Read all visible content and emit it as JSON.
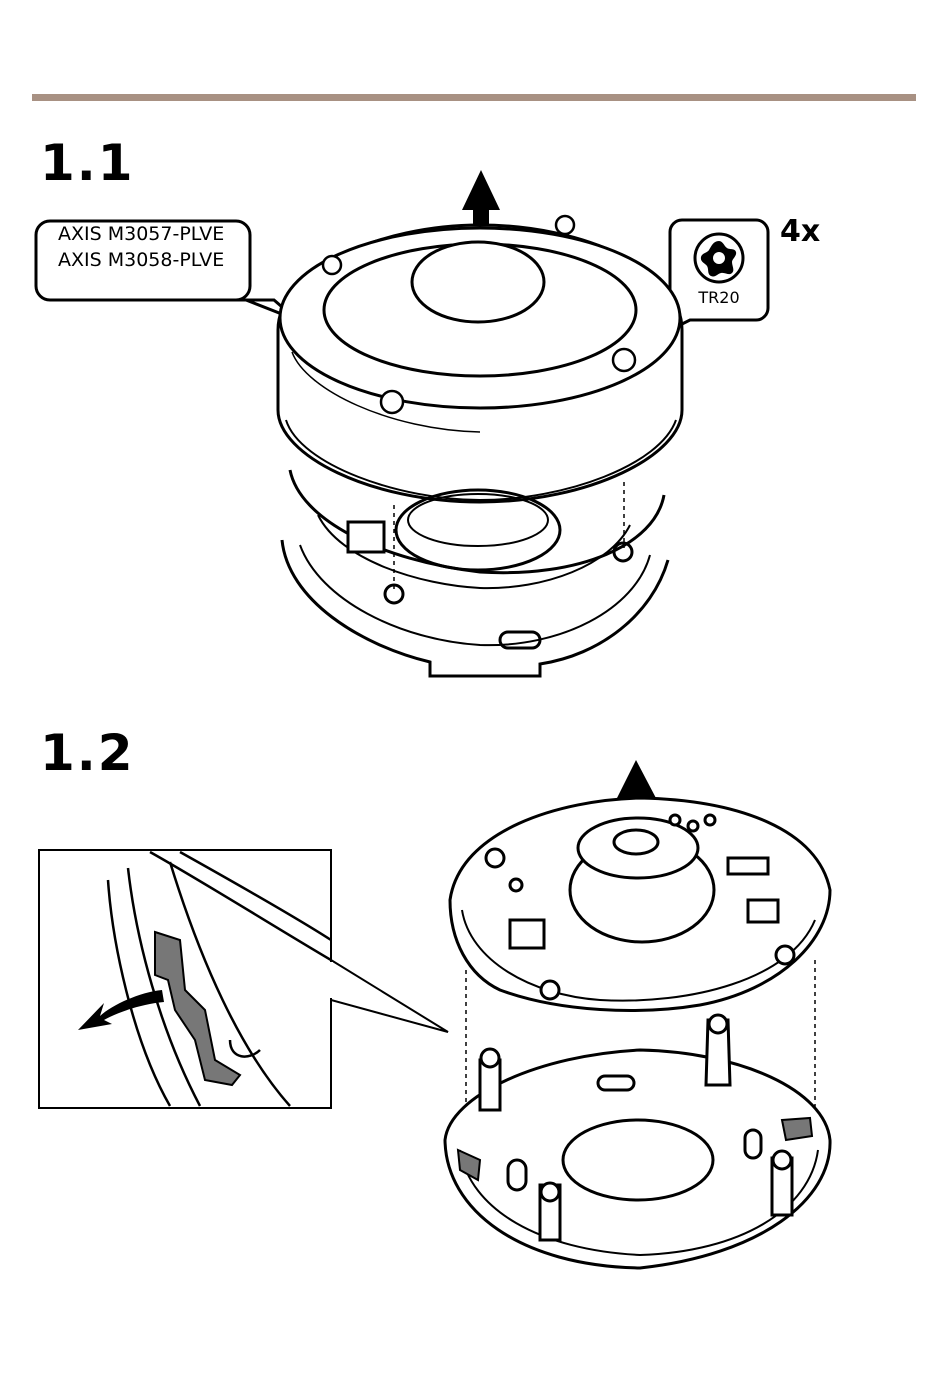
{
  "steps": [
    {
      "label": "1.1"
    },
    {
      "label": "1.2"
    }
  ],
  "models": [
    "AXIS M3057-PLVE",
    "AXIS M3058-PLVE"
  ],
  "tool": {
    "name": "TR20",
    "icon": "torx-bit-icon"
  },
  "quantity": "4x",
  "colors": {
    "rule": "#a89183",
    "line": "#000000",
    "clip": "#777777"
  }
}
